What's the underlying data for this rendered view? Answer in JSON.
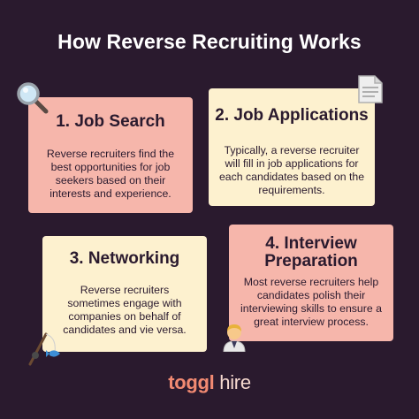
{
  "title": "How Reverse Recruiting Works",
  "cards": [
    {
      "heading": "1. Job Search",
      "text": "Reverse recruiters find the best opportunities for job seekers based on their interests and experience.",
      "icon": "magnifying-glass-icon"
    },
    {
      "heading": "2. Job Applications",
      "text": "Typically, a reverse recruiter will fill in job applications for each candidates based on the requirements.",
      "icon": "document-icon"
    },
    {
      "heading": "3. Networking",
      "text": "Reverse recruiters sometimes engage with companies on behalf of candidates and vie versa.",
      "icon": "fishing-rod-icon"
    },
    {
      "heading": "4. Interview Preparation",
      "text": "Most reverse recruiters help candidates polish their interviewing skills to ensure a great interview process.",
      "icon": "person-icon"
    }
  ],
  "logo": {
    "brand": "toggl",
    "suffix": "hire"
  },
  "colors": {
    "background": "#2a1a2e",
    "card_pink": "#f6b6ab",
    "card_cream": "#fdf1cf",
    "brand": "#f28a72"
  }
}
